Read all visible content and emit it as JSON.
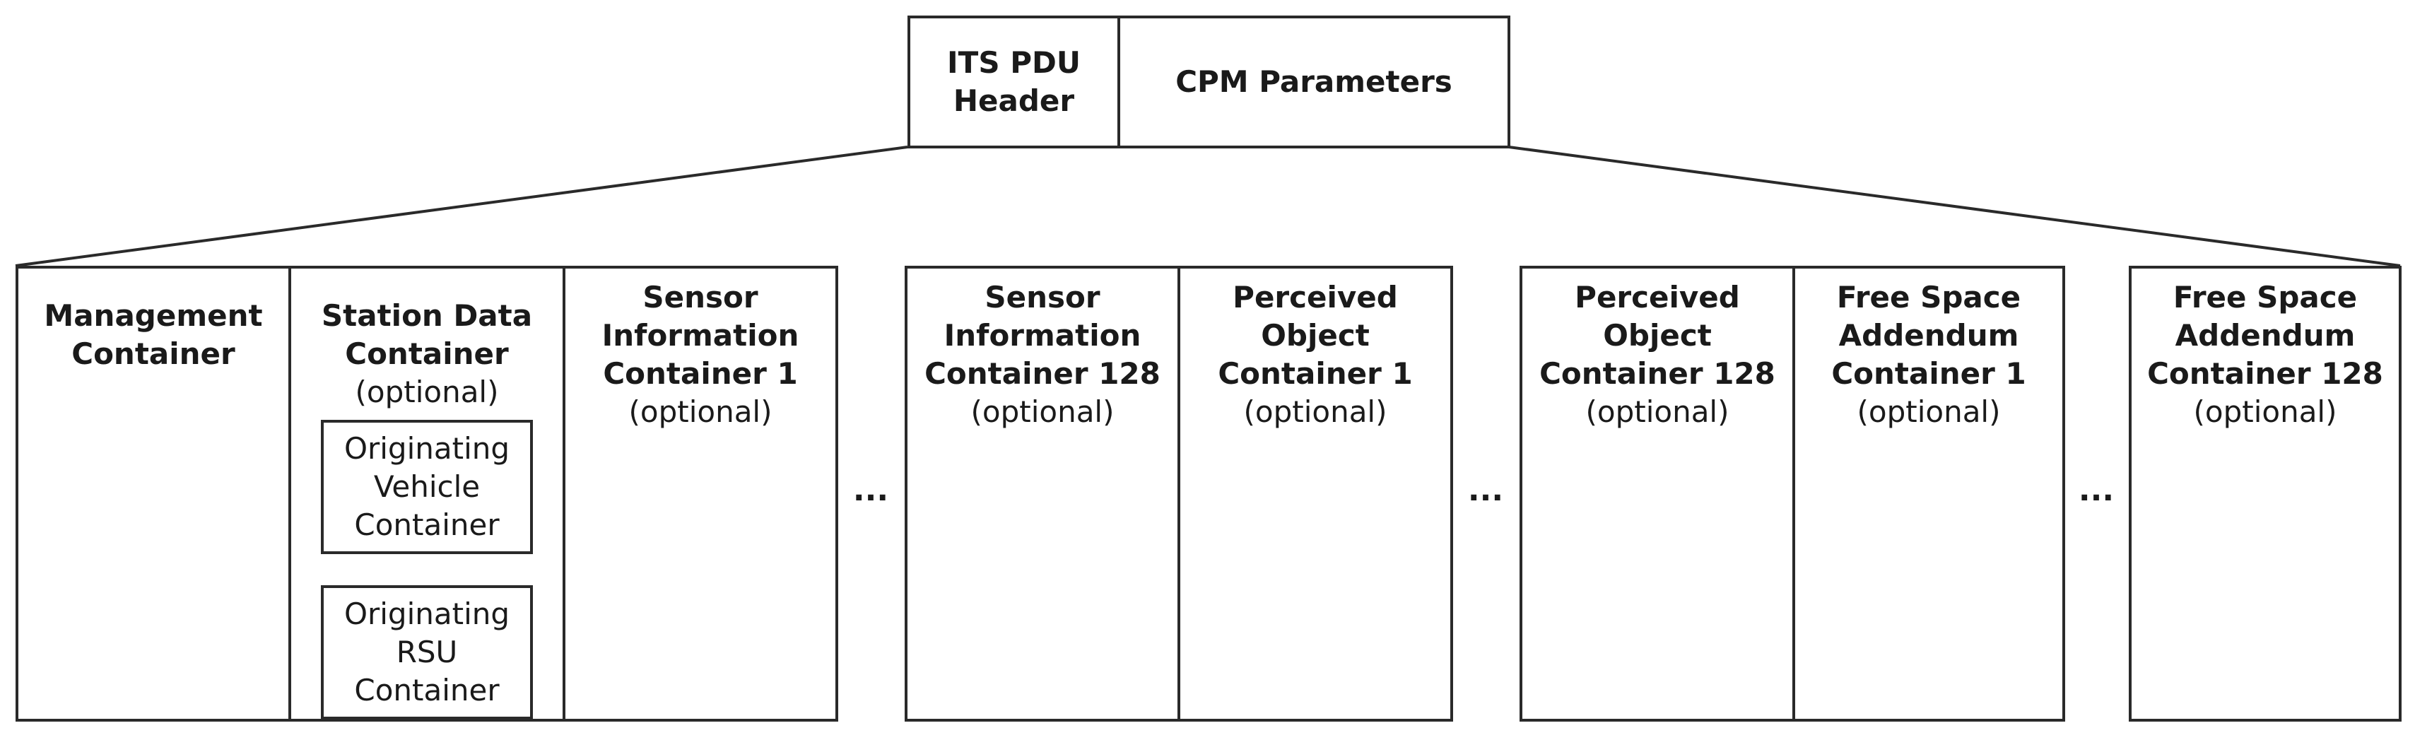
{
  "header": {
    "its_pdu_line1": "ITS PDU",
    "its_pdu_line2": "Header",
    "cpm_parameters": "CPM Parameters"
  },
  "containers": {
    "management": {
      "line1": "Management",
      "line2": "Container"
    },
    "station_data": {
      "line1": "Station Data",
      "line2": "Container",
      "optional": "(optional)",
      "vehicle": {
        "line1": "Originating",
        "line2": "Vehicle",
        "line3": "Container"
      },
      "rsu": {
        "line1": "Originating",
        "line2": "RSU",
        "line3": "Container"
      }
    },
    "sensor_info_1": {
      "line1": "Sensor",
      "line2": "Information",
      "line3": "Container 1",
      "optional": "(optional)"
    },
    "sensor_info_128": {
      "line1": "Sensor",
      "line2": "Information",
      "line3": "Container 128",
      "optional": "(optional)"
    },
    "perceived_object_1": {
      "line1": "Perceived",
      "line2": "Object",
      "line3": "Container 1",
      "optional": "(optional)"
    },
    "perceived_object_128": {
      "line1": "Perceived",
      "line2": "Object",
      "line3": "Container 128",
      "optional": "(optional)"
    },
    "free_space_1": {
      "line1": "Free Space",
      "line2": "Addendum",
      "line3": "Container 1",
      "optional": "(optional)"
    },
    "free_space_128": {
      "line1": "Free Space",
      "line2": "Addendum",
      "line3": "Container 128",
      "optional": "(optional)"
    }
  },
  "ellipsis": "...",
  "colors": {
    "stroke": "#2a2a2a",
    "text": "#1a1a1a",
    "background": "#ffffff"
  }
}
